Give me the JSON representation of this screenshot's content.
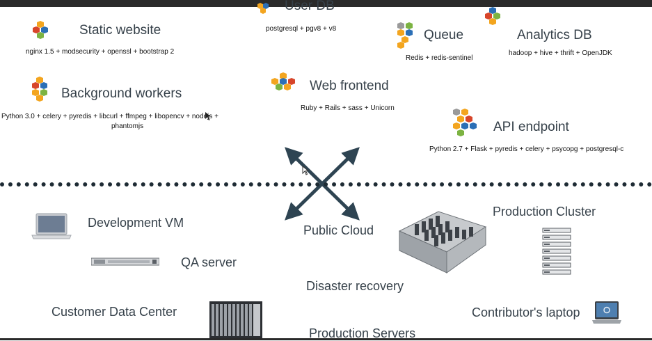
{
  "services": {
    "user_db": {
      "title": "User DB",
      "stack": "postgresql + pgv8 + v8"
    },
    "static_website": {
      "title": "Static website",
      "stack": "nginx 1.5 + modsecurity + openssl + bootstrap 2"
    },
    "queue": {
      "title": "Queue",
      "stack": "Redis + redis-sentinel"
    },
    "analytics_db": {
      "title": "Analytics DB",
      "stack": "hadoop + hive + thrift + OpenJDK"
    },
    "background_workers": {
      "title": "Background workers",
      "stack_line1": "Python 3.0 + celery + pyredis + libcurl + ffmpeg + libopencv + nodejs +",
      "stack_line2": "phantomjs"
    },
    "web_frontend": {
      "title": "Web frontend",
      "stack": "Ruby + Rails + sass + Unicorn"
    },
    "api_endpoint": {
      "title": "API endpoint",
      "stack": "Python 2.7 + Flask + pyredis + celery + psycopg + postgresql-c"
    }
  },
  "environments": {
    "development_vm": "Development VM",
    "qa_server": "QA server",
    "customer_data_center": "Customer Data Center",
    "public_cloud": "Public Cloud",
    "disaster_recovery": "Disaster recovery",
    "production_servers": "Production Servers",
    "production_cluster": "Production Cluster",
    "contributors_laptop": "Contributor's laptop"
  },
  "icons": {
    "hexagon_logo": "hexagon-cluster-icon",
    "arrows": "cross-arrows-icon",
    "laptop": "laptop-icon",
    "server": "rack-server-icon",
    "blade": "blade-server-icon",
    "datacenter": "datacenter-icon",
    "cluster": "cluster-servers-icon"
  },
  "colors": {
    "hex_orange": "#f3a51f",
    "hex_blue": "#2b6fb6",
    "hex_green": "#7cb342",
    "hex_red": "#d7452a",
    "hex_gray": "#9a9a9a",
    "arrow": "#2e4452",
    "separator": "#1e2b34"
  }
}
